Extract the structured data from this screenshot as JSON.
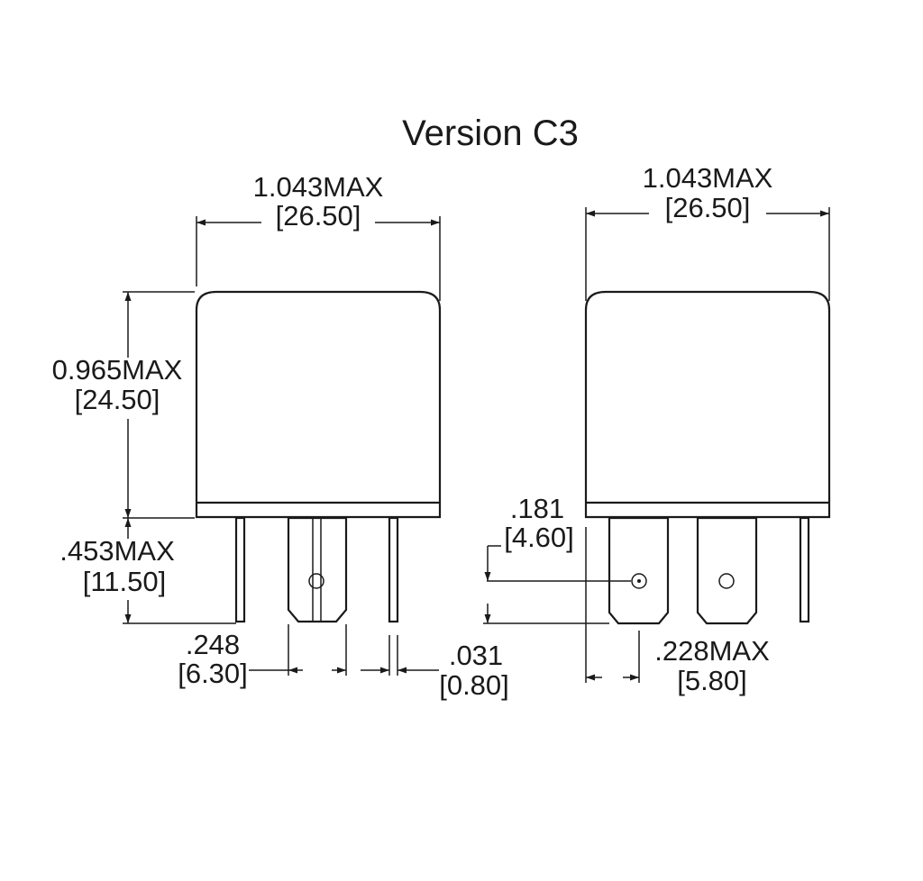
{
  "title": "Version C3",
  "front_view": {
    "width_inch": "1.043MAX",
    "width_mm": "[26.50]",
    "height_inch": "0.965MAX",
    "height_mm": "[24.50]",
    "pin_length_inch": ".453MAX",
    "pin_length_mm": "[11.50]",
    "terminal_width_inch": ".248",
    "terminal_width_mm": "[6.30]",
    "pin_thickness_inch": ".031",
    "pin_thickness_mm": "[0.80]"
  },
  "side_view": {
    "width_inch": "1.043MAX",
    "width_mm": "[26.50]",
    "hole_height_inch": ".181",
    "hole_height_mm": "[4.60]",
    "offset_inch": ".228MAX",
    "offset_mm": "[5.80]"
  }
}
